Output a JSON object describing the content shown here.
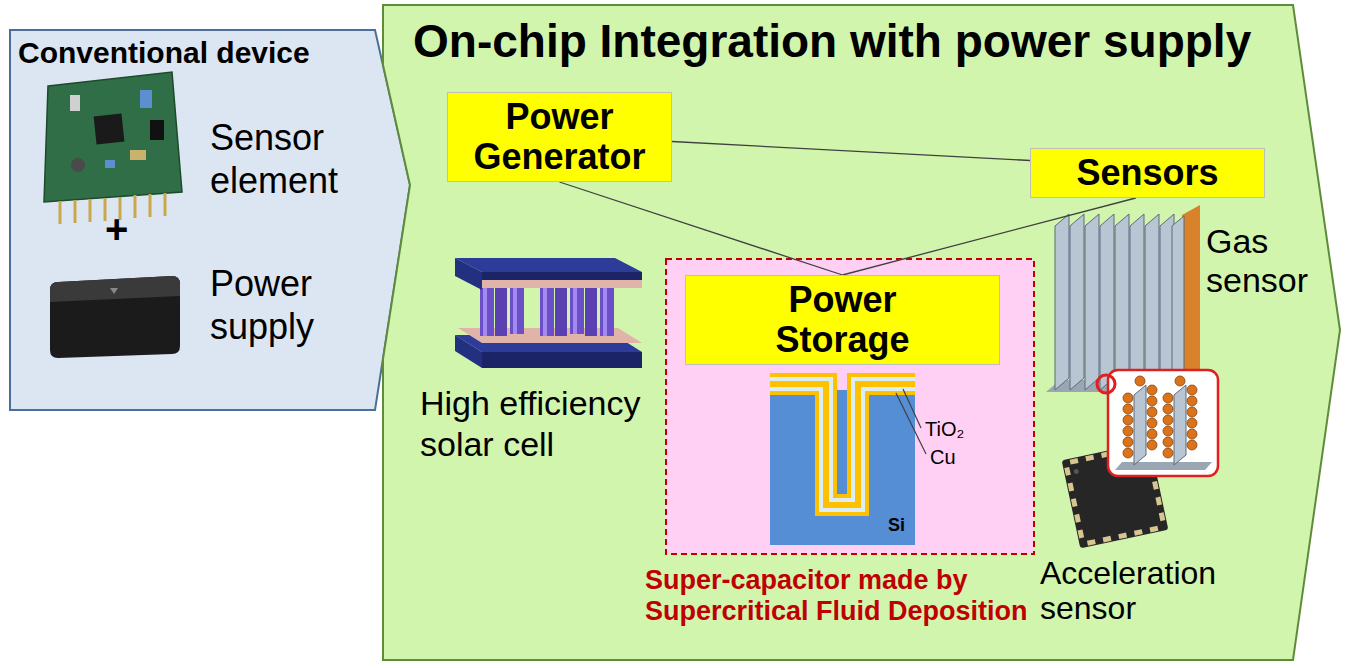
{
  "diagram": {
    "nodes": [
      {
        "text": [
          "Conventional device",
          "Sensor element",
          "+",
          "Power supply"
        ]
      },
      {
        "text": [
          "On-chip Integration with power supply"
        ]
      },
      {
        "text": [
          "Power Generator"
        ],
        "in": 1
      },
      {
        "text": [
          "Sensors"
        ],
        "in": 1
      },
      {
        "text": [
          "Super-capacitor made by Supercritical Fluid Deposition"
        ],
        "in": 1
      },
      {
        "text": [
          "Power Storage"
        ],
        "in": 4
      }
    ],
    "edges": [
      {
        "from": 2,
        "to": 3,
        "arrow": "none"
      },
      {
        "from": 2,
        "to": 5,
        "arrow": "none"
      },
      {
        "from": 3,
        "to": 5,
        "arrow": "none"
      }
    ],
    "labels": [
      "High efficiency solar cell",
      "TiO₂",
      "Cu",
      "Si",
      "Gas sensor",
      "Acceleration sensor"
    ]
  }
}
